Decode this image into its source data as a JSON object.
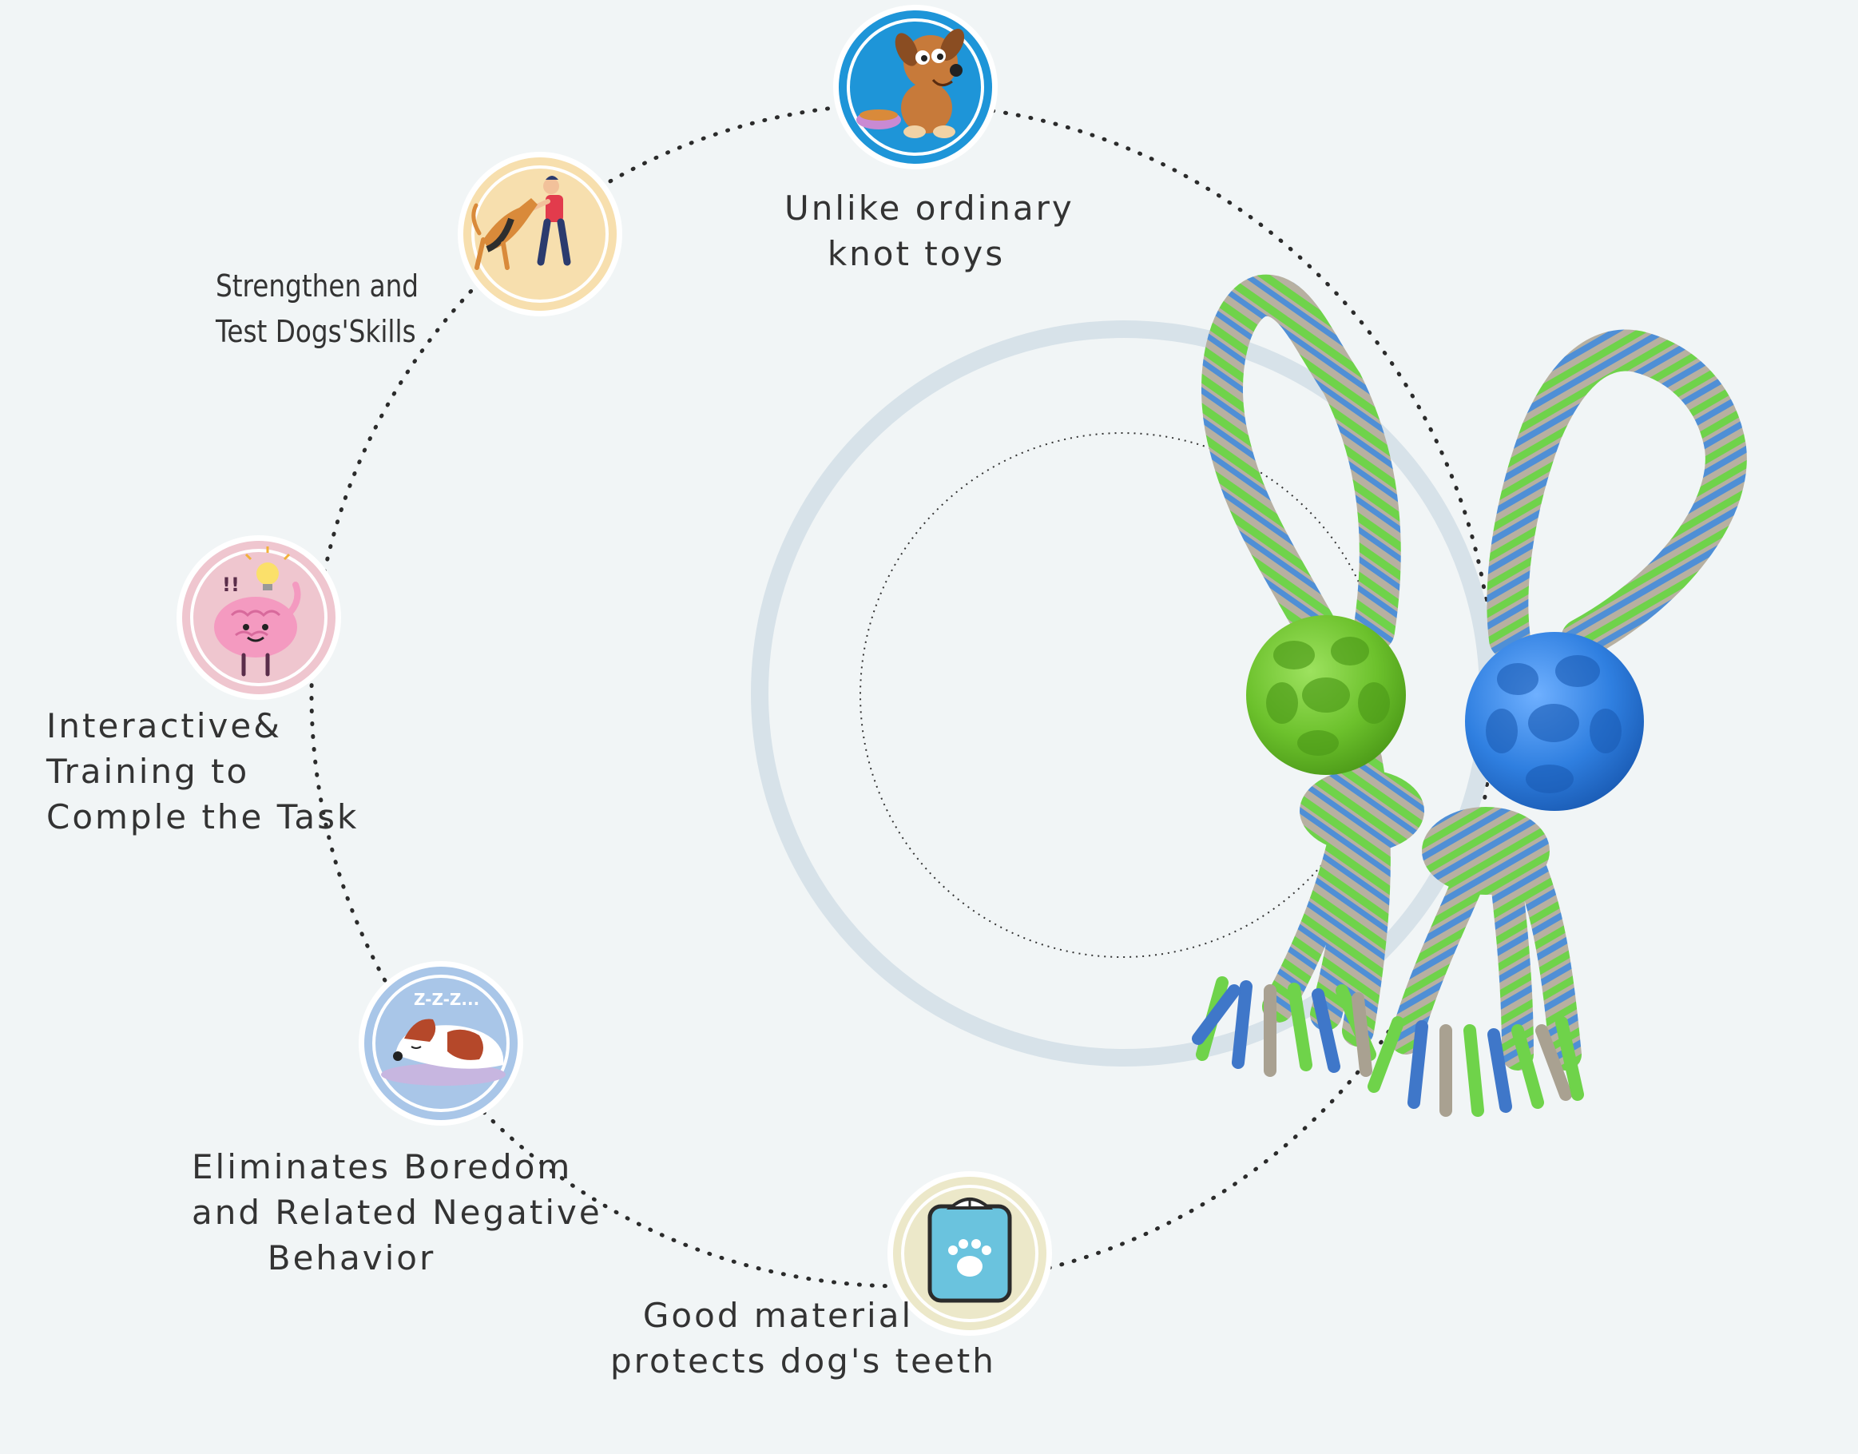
{
  "colors": {
    "background": "#f1f5f6",
    "dotted_ring": "#2b2b2b",
    "thick_ring": "#d7e2e9",
    "rope_green": "#6fd34a",
    "rope_blue": "#4f8fd6",
    "rope_gray": "#b3ab9c",
    "ball_green": "#6cc12c",
    "ball_blue": "#2f7fe0"
  },
  "features": [
    {
      "icon": "dog-with-food-bowl-icon",
      "badge_color": "#1e95d8",
      "lines": [
        "Unlike ordinary",
        "knot toys"
      ]
    },
    {
      "icon": "person-training-dog-icon",
      "badge_color": "#f7dfae",
      "lines": [
        "Strengthen and",
        "Test Dogs'Skills"
      ]
    },
    {
      "icon": "brain-idea-icon",
      "badge_color": "#efc6cf",
      "lines": [
        "Interactive&",
        "Training to",
        "Comple the Task"
      ]
    },
    {
      "icon": "sleeping-dog-icon",
      "badge_color": "#a9c6e8",
      "badge_text": "Z-Z-Z...",
      "lines": [
        "Eliminates Boredom",
        "and Related Negative",
        "Behavior"
      ]
    },
    {
      "icon": "scale-paw-icon",
      "badge_color": "#ece8c9",
      "lines": [
        "Good material",
        "protects dog's teeth"
      ]
    }
  ],
  "product": {
    "icon": "rope-ball-toys-icon"
  }
}
